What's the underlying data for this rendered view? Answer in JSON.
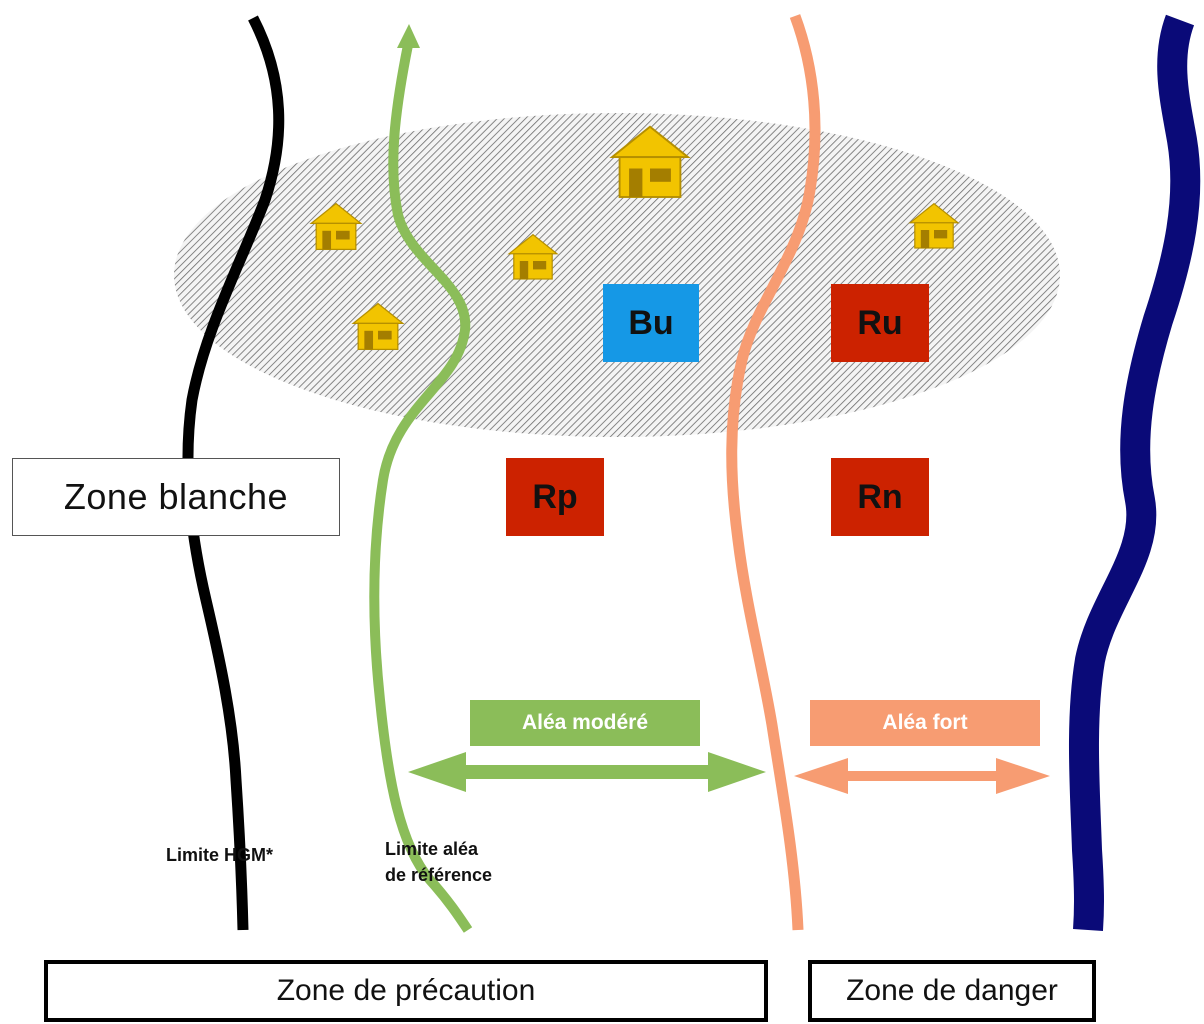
{
  "zones": {
    "blanche": "Zone blanche",
    "precaution": "Zone de précaution",
    "danger": "Zone de danger"
  },
  "codes": {
    "bu": "Bu",
    "ru": "Ru",
    "rp": "Rp",
    "rn": "Rn"
  },
  "alea": {
    "modere": "Aléa modéré",
    "fort": "Aléa fort"
  },
  "limits": {
    "hgm": "Limite HGM*",
    "reference_line1": "Limite aléa",
    "reference_line2": "de référence"
  },
  "colors": {
    "hgm_limit": "#000000",
    "reference_limit": "#8bbd59",
    "strong_hazard_limit": "#f79c72",
    "river": "#0a0a78",
    "code_blue": "#1598e6",
    "code_red": "#cc2200",
    "house": "#f2c400"
  }
}
